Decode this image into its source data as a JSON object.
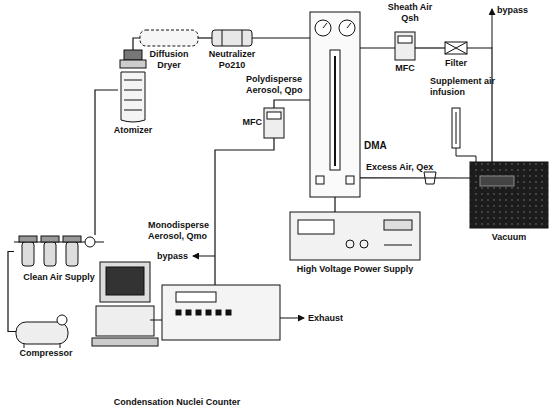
{
  "diagram": {
    "nodes": [
      {
        "text": [
          "Compressor"
        ]
      },
      {
        "text": [
          "Clean Air Supply"
        ]
      },
      {
        "text": [
          "Atomizer"
        ]
      },
      {
        "text": [
          "Diffusion Dryer"
        ]
      },
      {
        "text": [
          "Neutralizer Po210"
        ]
      },
      {
        "text": [
          "DMA"
        ]
      },
      {
        "text": [
          "MFC"
        ]
      },
      {
        "text": [
          "Filter"
        ]
      },
      {
        "text": [
          "Vacuum"
        ]
      },
      {
        "text": [
          "MFC"
        ]
      },
      {
        "text": [
          "High Voltage Power Supply"
        ]
      },
      {
        "text": [
          "Condensation Nuclei Counter"
        ]
      }
    ],
    "edges": [
      {
        "from": 0,
        "to": 1,
        "arrow": "none"
      },
      {
        "from": 1,
        "to": 2,
        "arrow": "none"
      },
      {
        "from": 2,
        "to": 3,
        "arrow": "none"
      },
      {
        "from": 3,
        "to": 4,
        "arrow": "none"
      },
      {
        "from": 4,
        "to": 5,
        "arrow": "none"
      },
      {
        "from": 8,
        "to": 7,
        "arrow": "none"
      },
      {
        "from": 7,
        "to": 6,
        "arrow": "none"
      },
      {
        "from": 6,
        "to": 5,
        "arrow": "none"
      },
      {
        "from": 5,
        "to": 8,
        "arrow": "none"
      },
      {
        "from": 5,
        "to": 9,
        "arrow": "none"
      },
      {
        "from": 9,
        "to": 11,
        "arrow": "none"
      },
      {
        "from": 10,
        "to": 5,
        "arrow": "none"
      }
    ],
    "labels": [
      "Sheath Air Qsh",
      "bypass",
      "Polydisperse Aerosol, Qpo",
      "Supplement air infusion",
      "Excess Air, Qex",
      "Monodisperse Aerosol, Qmo",
      "bypass",
      "Exhaust"
    ]
  }
}
